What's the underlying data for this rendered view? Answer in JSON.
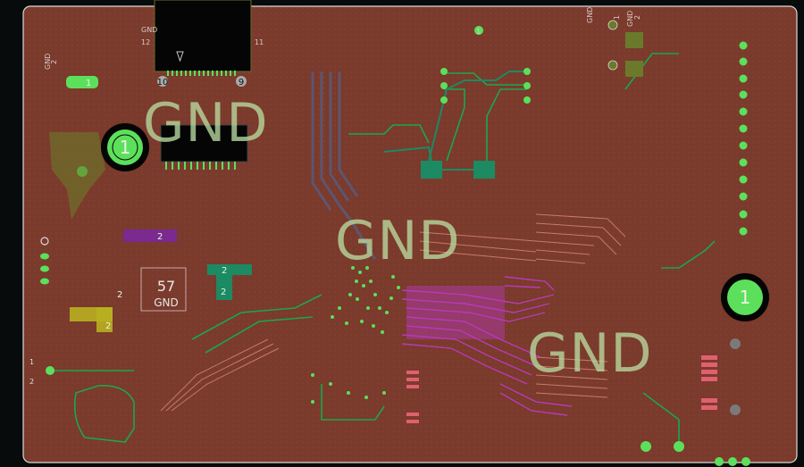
{
  "board": {
    "colors": {
      "background": "#070b0c",
      "copper": "#7a3a2c",
      "outline": "#d9d9d9",
      "green_trace": "#1aa84a",
      "magenta_trace": "#b83ab8",
      "pad_green": "#5ce05c",
      "gnd_text": "#b9dca0",
      "ic_body": "#050505",
      "teal_pad": "#1c8a62",
      "pink_pad": "#e06070",
      "purple_pad": "#7a2a90",
      "yellow_pad": "#b8b020"
    },
    "net_labels": {
      "gnd_top_left": "GND",
      "gnd_center": "GND",
      "gnd_right": "GND"
    },
    "mounting_holes": {
      "left": "1",
      "right": "1"
    },
    "connectors": {
      "top_gnd_left": "GND",
      "top_pin_12": "12",
      "top_pin_11": "11",
      "top_pin_10": "10",
      "top_pin_9": "9",
      "top_right_gnd": "GND",
      "top_right_pin_1": "1",
      "top_right_pin_2": "2",
      "top_right_gnd2": "GND",
      "top_right_mid": "1",
      "left_gnd": "GND",
      "left_pad_1": "1",
      "left_pin_2": "2",
      "test_1": "1",
      "test_2": "2"
    },
    "component_labels": {
      "u57_number": "57",
      "u57_net": "GND",
      "purple_pad_label": "2",
      "teal_pad_label": "2",
      "teal_pad_label_b": "2",
      "yellow_pad_label": "2",
      "mid_left_label": "2"
    }
  }
}
